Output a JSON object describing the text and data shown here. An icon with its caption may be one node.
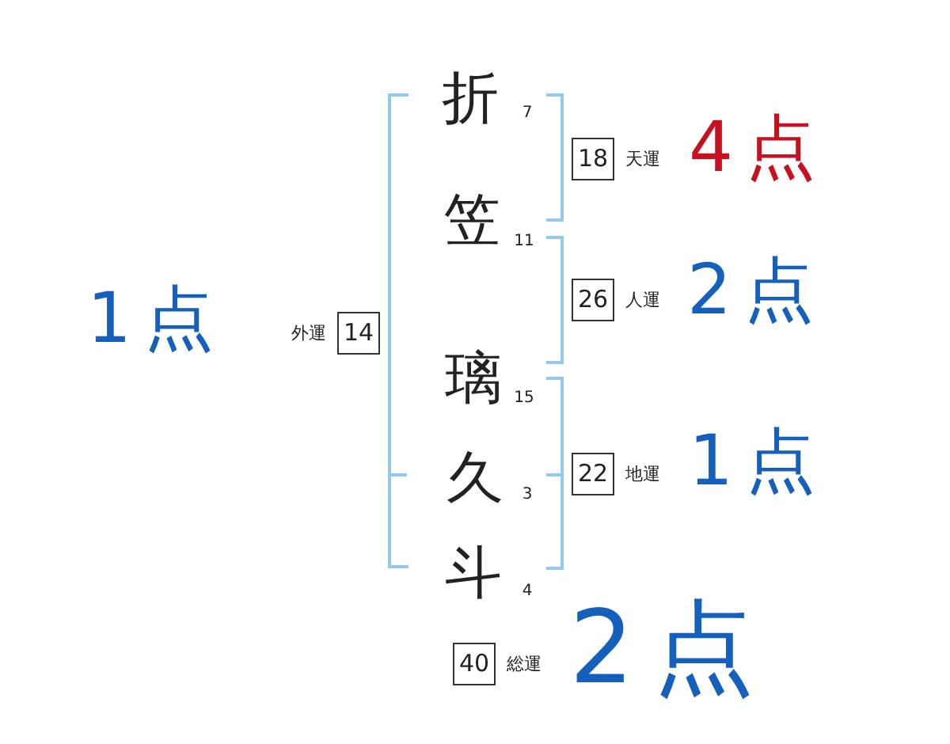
{
  "diagram": {
    "nodes": [
      {
        "text": [
          "18"
        ],
        "beside": [
          "天運"
        ]
      },
      {
        "text": [
          "26"
        ],
        "beside": [
          "人運"
        ]
      },
      {
        "text": [
          "14"
        ],
        "beside": [
          "外運"
        ]
      },
      {
        "text": [
          "22"
        ],
        "beside": [
          "地運"
        ]
      },
      {
        "text": [
          "40"
        ],
        "beside": [
          "総運"
        ]
      }
    ],
    "labels": [
      "折",
      "7",
      "4点",
      "笠",
      "11",
      "2点",
      "1点",
      "璃",
      "15",
      "1点",
      "久",
      "3",
      "斗",
      "4",
      "2点"
    ]
  }
}
